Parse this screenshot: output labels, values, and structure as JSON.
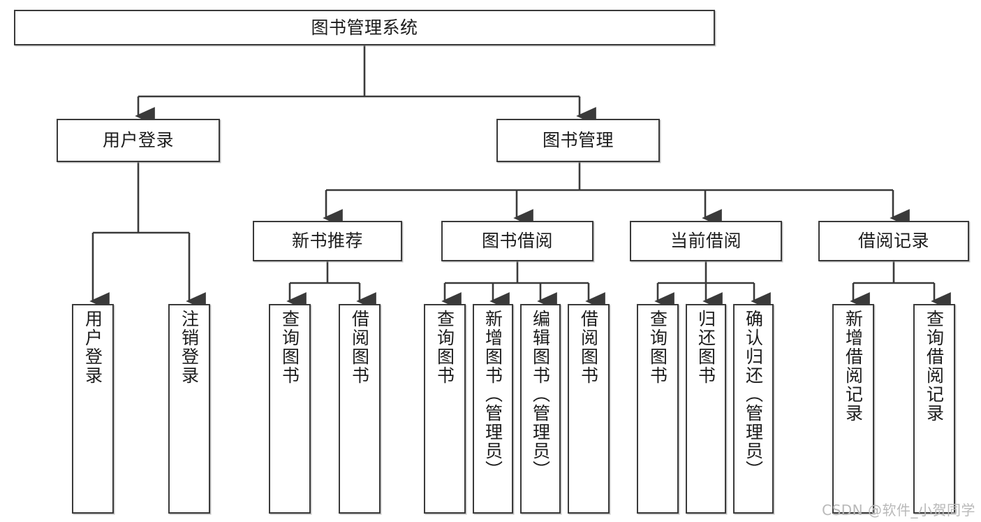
{
  "diagram": {
    "type": "tree-hierarchy-chart",
    "title": "图书管理系统",
    "orientation": "top-down",
    "colors": {
      "box_border": "#3a3a3a",
      "box_fill": "#ffffff",
      "connector": "#3a3a3a",
      "text": "#1c1c1c",
      "watermark": "#b9b9b9",
      "background": "#ffffff"
    }
  },
  "root": {
    "label": "图书管理系统"
  },
  "level2": [
    {
      "label": "用户登录"
    },
    {
      "label": "图书管理"
    }
  ],
  "level3": [
    {
      "label": "新书推荐"
    },
    {
      "label": "图书借阅"
    },
    {
      "label": "当前借阅"
    },
    {
      "label": "借阅记录"
    }
  ],
  "leaves": {
    "user_login": [
      {
        "label": "用户登录"
      },
      {
        "label": "注销登录"
      }
    ],
    "new_book_recommend": [
      {
        "label": "查询图书"
      },
      {
        "label": "借阅图书"
      }
    ],
    "book_borrow": [
      {
        "label": "查询图书"
      },
      {
        "label": "新增图书（管理员）"
      },
      {
        "label": "编辑图书（管理员）"
      },
      {
        "label": "借阅图书"
      }
    ],
    "current_borrow": [
      {
        "label": "查询图书"
      },
      {
        "label": "归还图书"
      },
      {
        "label": "确认归还（管理员）"
      }
    ],
    "borrow_record": [
      {
        "label": "新增借阅记录"
      },
      {
        "label": "查询借阅记录"
      }
    ]
  },
  "watermark": {
    "text": "CSDN @软件_小贺同学"
  }
}
